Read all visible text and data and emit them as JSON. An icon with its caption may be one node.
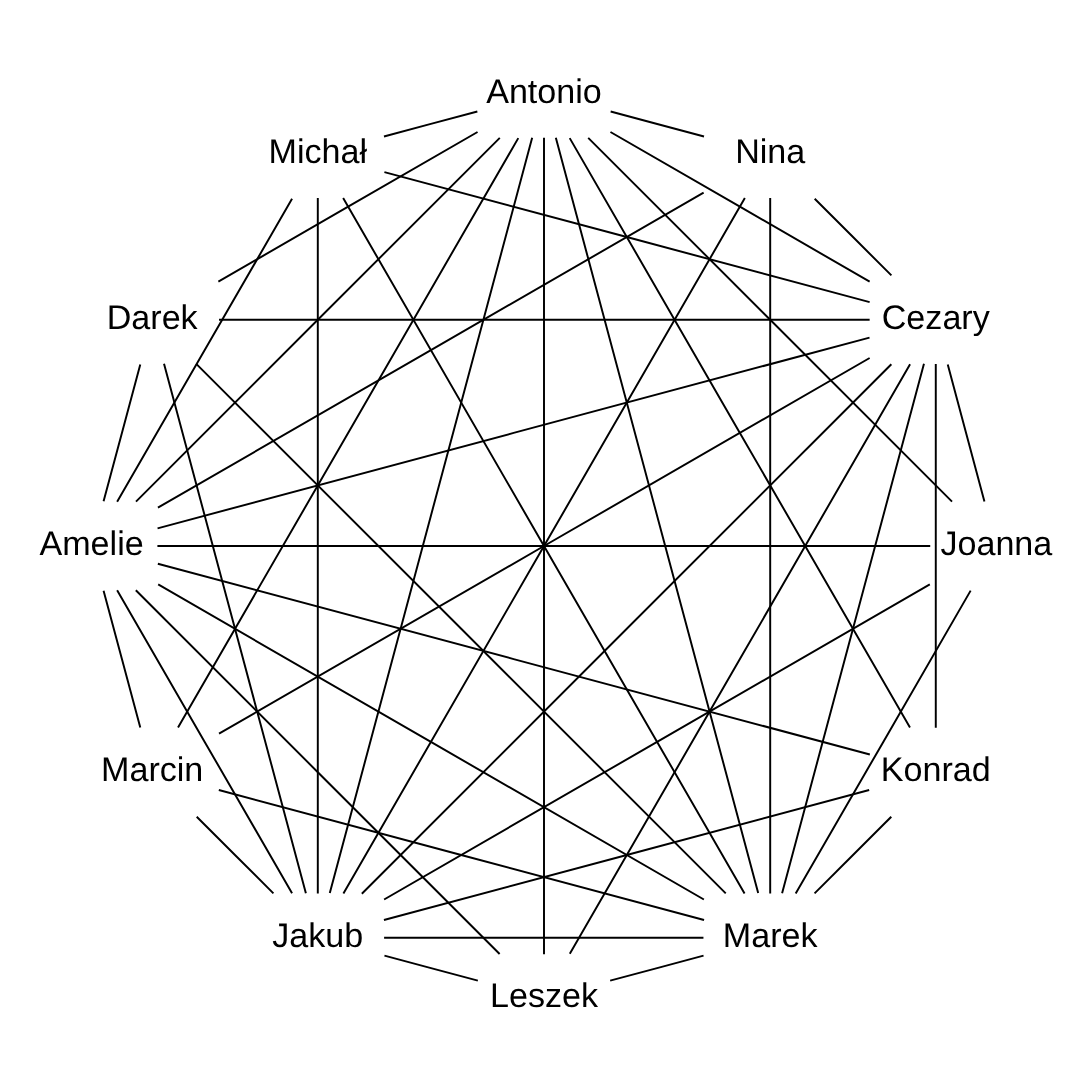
{
  "diagram": {
    "nodes": [
      {
        "text": [
          "Antonio"
        ]
      },
      {
        "text": [
          "Marek"
        ]
      },
      {
        "text": [
          "Joanna"
        ]
      },
      {
        "text": [
          "Konrad"
        ]
      },
      {
        "text": [
          "Leszek"
        ]
      },
      {
        "text": [
          "Marcin"
        ]
      },
      {
        "text": [
          "Darek"
        ]
      },
      {
        "text": [
          "Michał"
        ]
      },
      {
        "text": [
          "Nina"
        ]
      },
      {
        "text": [
          "Jakub"
        ]
      },
      {
        "text": [
          "Amelie"
        ]
      },
      {
        "text": [
          "Cezary"
        ]
      }
    ],
    "edges": [
      {
        "from": 0,
        "to": 1,
        "arrow": "none"
      },
      {
        "from": 0,
        "to": 11,
        "arrow": "none"
      },
      {
        "from": 0,
        "to": 10,
        "arrow": "none"
      },
      {
        "from": 0,
        "to": 9,
        "arrow": "none"
      },
      {
        "from": 1,
        "to": 11,
        "arrow": "none"
      },
      {
        "from": 1,
        "to": 10,
        "arrow": "none"
      },
      {
        "from": 1,
        "to": 9,
        "arrow": "none"
      },
      {
        "from": 11,
        "to": 10,
        "arrow": "none"
      },
      {
        "from": 11,
        "to": 9,
        "arrow": "none"
      },
      {
        "from": 10,
        "to": 9,
        "arrow": "none"
      },
      {
        "from": 0,
        "to": 2,
        "arrow": "none"
      },
      {
        "from": 0,
        "to": 3,
        "arrow": "none"
      },
      {
        "from": 0,
        "to": 4,
        "arrow": "none"
      },
      {
        "from": 0,
        "to": 5,
        "arrow": "none"
      },
      {
        "from": 0,
        "to": 6,
        "arrow": "none"
      },
      {
        "from": 0,
        "to": 7,
        "arrow": "none"
      },
      {
        "from": 0,
        "to": 8,
        "arrow": "none"
      },
      {
        "from": 1,
        "to": 2,
        "arrow": "none"
      },
      {
        "from": 1,
        "to": 3,
        "arrow": "none"
      },
      {
        "from": 1,
        "to": 4,
        "arrow": "none"
      },
      {
        "from": 1,
        "to": 5,
        "arrow": "none"
      },
      {
        "from": 1,
        "to": 6,
        "arrow": "none"
      },
      {
        "from": 1,
        "to": 7,
        "arrow": "none"
      },
      {
        "from": 1,
        "to": 8,
        "arrow": "none"
      },
      {
        "from": 11,
        "to": 2,
        "arrow": "none"
      },
      {
        "from": 11,
        "to": 3,
        "arrow": "none"
      },
      {
        "from": 11,
        "to": 4,
        "arrow": "none"
      },
      {
        "from": 11,
        "to": 5,
        "arrow": "none"
      },
      {
        "from": 11,
        "to": 6,
        "arrow": "none"
      },
      {
        "from": 11,
        "to": 7,
        "arrow": "none"
      },
      {
        "from": 11,
        "to": 8,
        "arrow": "none"
      },
      {
        "from": 10,
        "to": 2,
        "arrow": "none"
      },
      {
        "from": 10,
        "to": 3,
        "arrow": "none"
      },
      {
        "from": 10,
        "to": 4,
        "arrow": "none"
      },
      {
        "from": 10,
        "to": 5,
        "arrow": "none"
      },
      {
        "from": 10,
        "to": 6,
        "arrow": "none"
      },
      {
        "from": 10,
        "to": 7,
        "arrow": "none"
      },
      {
        "from": 10,
        "to": 8,
        "arrow": "none"
      },
      {
        "from": 9,
        "to": 2,
        "arrow": "none"
      },
      {
        "from": 9,
        "to": 3,
        "arrow": "none"
      },
      {
        "from": 9,
        "to": 4,
        "arrow": "none"
      },
      {
        "from": 9,
        "to": 5,
        "arrow": "none"
      },
      {
        "from": 9,
        "to": 6,
        "arrow": "none"
      },
      {
        "from": 9,
        "to": 7,
        "arrow": "none"
      },
      {
        "from": 9,
        "to": 8,
        "arrow": "none"
      }
    ]
  }
}
